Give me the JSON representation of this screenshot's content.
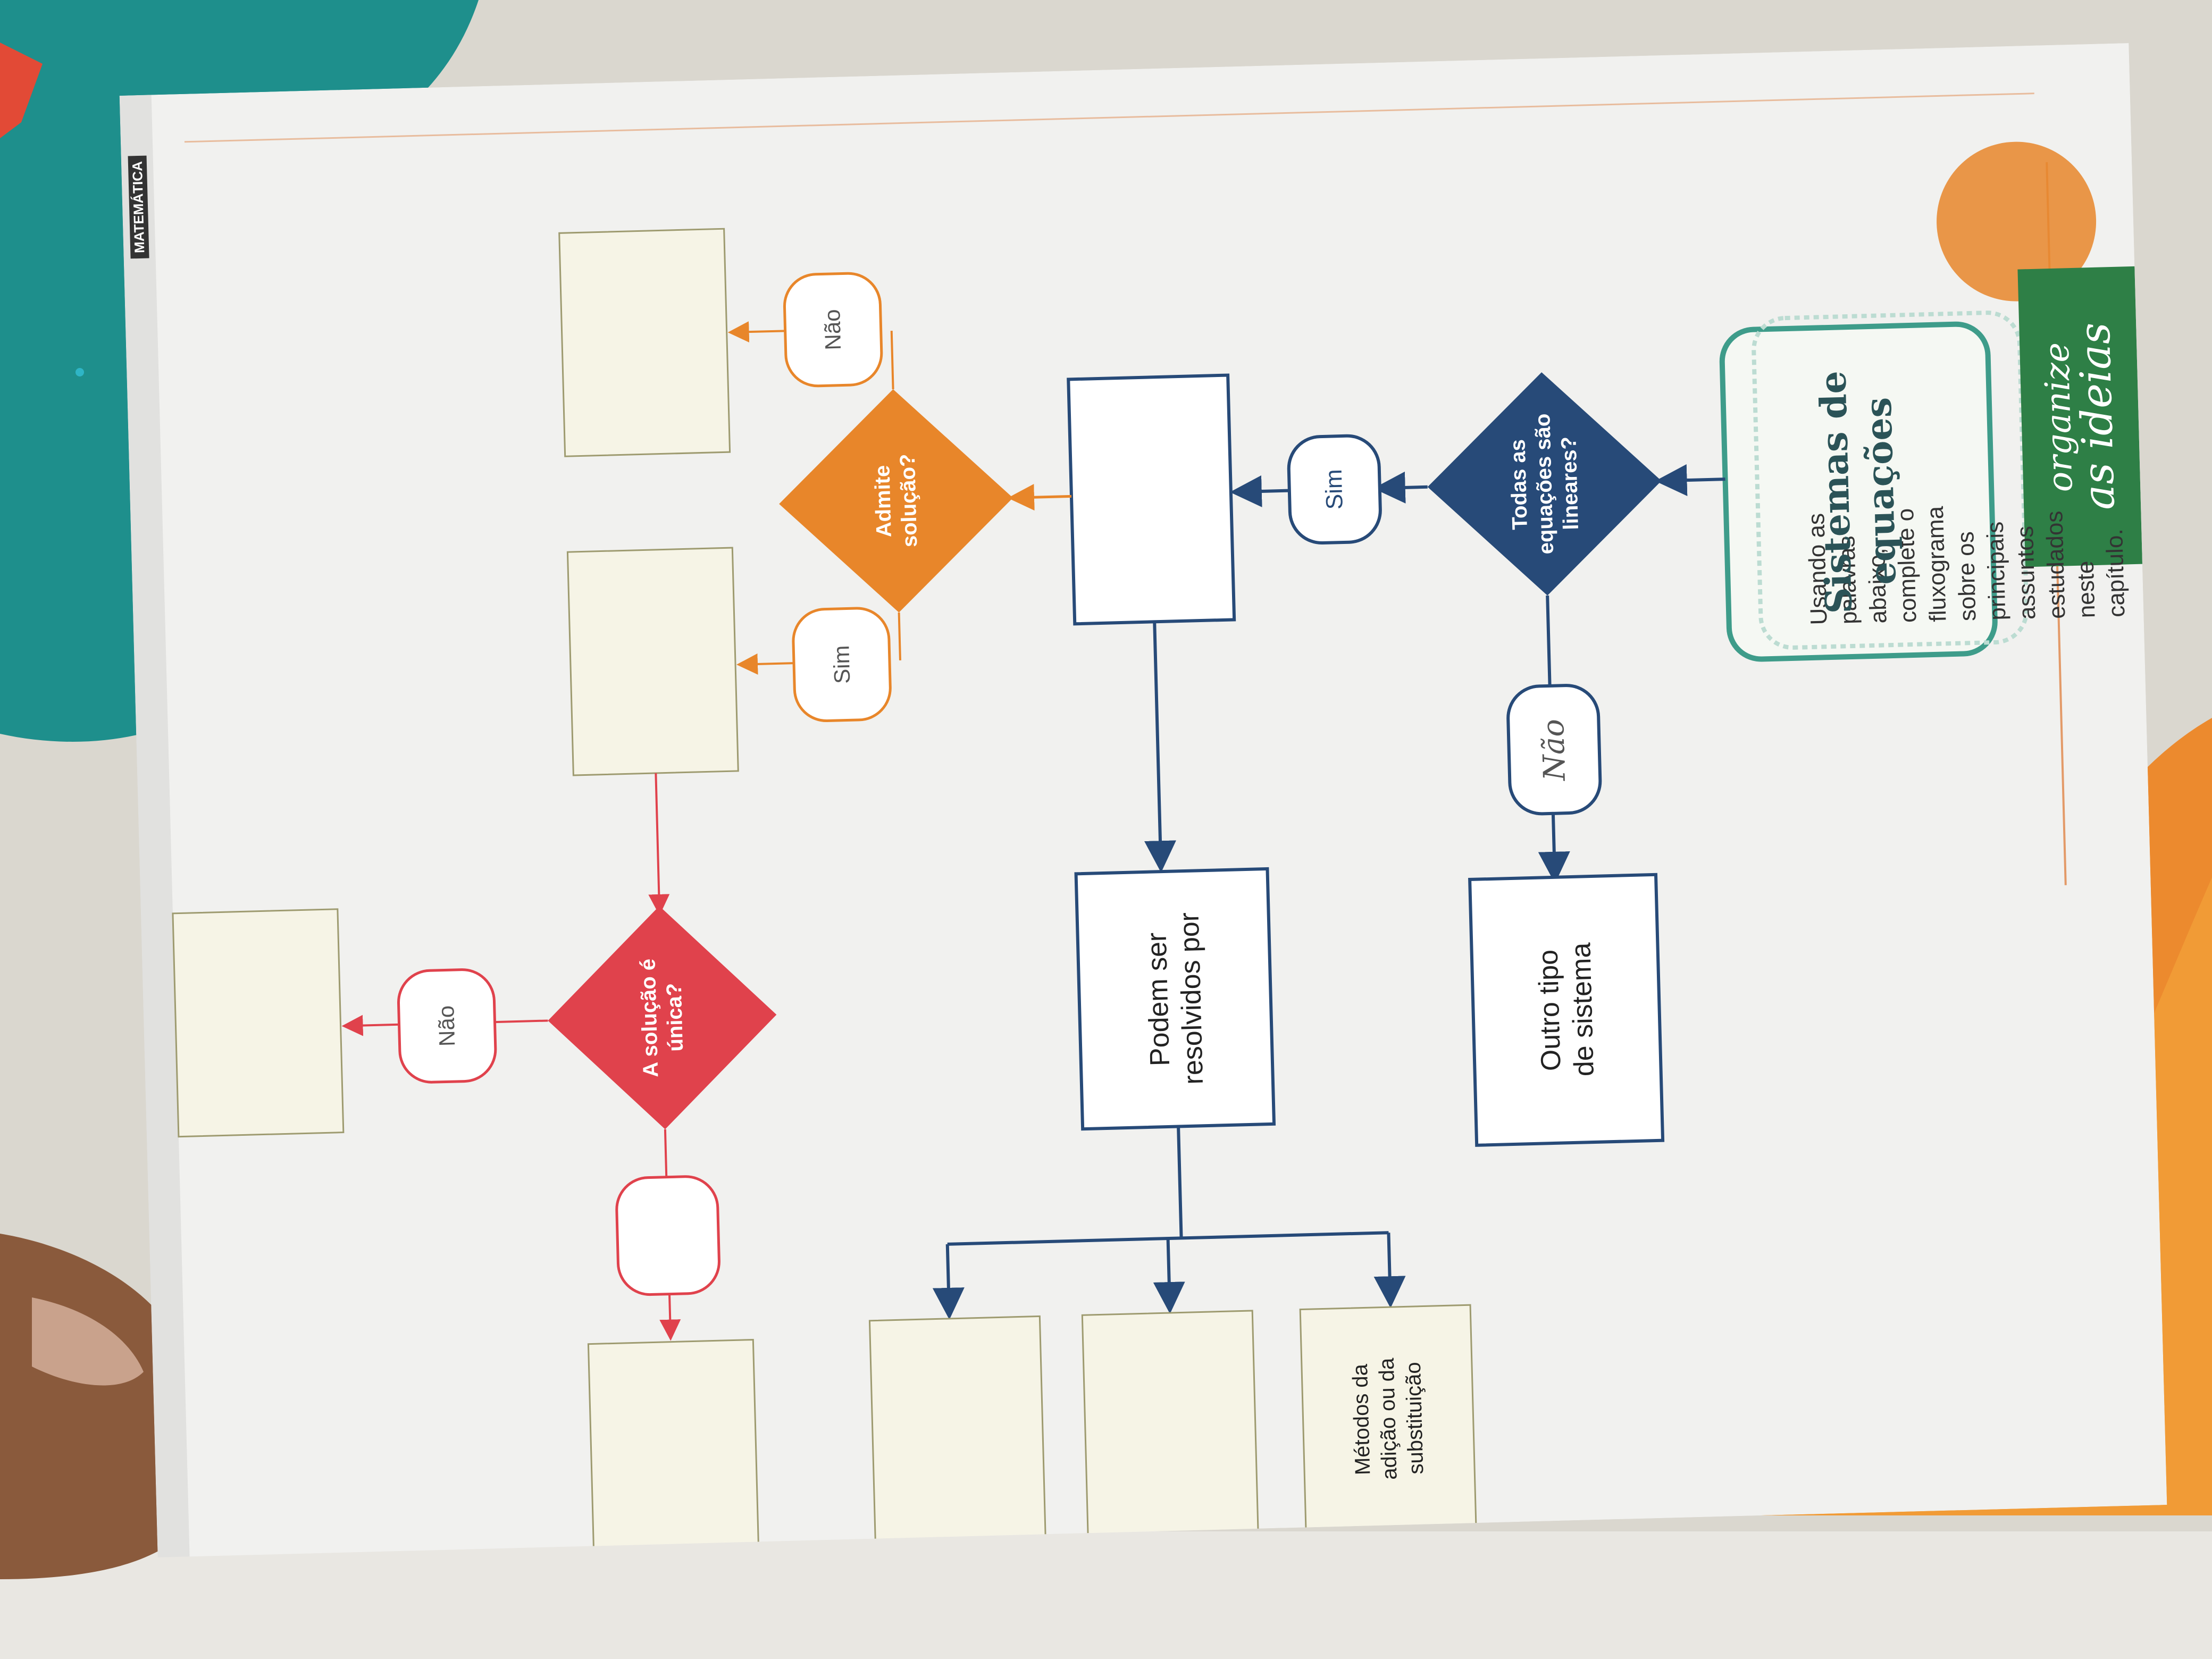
{
  "header": {
    "badge_line1": "organize",
    "badge_line2": "as ideias",
    "instructions": "Usando as palavras abaixo, complete o fluxograma sobre os principais assuntos estudados neste capítulo."
  },
  "flowchart": {
    "start": "Sistemas de equações",
    "q_linear": "Todas as equações são lineares?",
    "ans_linear_no": "Não",
    "ans_linear_yes": "Sim",
    "other_system": "Outro tipo de sistema",
    "solved_by": "Podem ser resolvidos por",
    "methods_card": "Métodos da adição ou da substituição",
    "q_admits": "Admite solução?",
    "ans_admits_no": "Não",
    "ans_admits_yes": "Sim",
    "q_unique": "A solução é única?",
    "ans_unique_no": "Não"
  },
  "side_label": "MATEMÁTICA",
  "colors": {
    "teal": "#3e9c8a",
    "navy": "#274a78",
    "orange": "#e8862a",
    "red": "#e0424c",
    "ocean": "#1e8f8c",
    "card": "#f6f4e6"
  }
}
